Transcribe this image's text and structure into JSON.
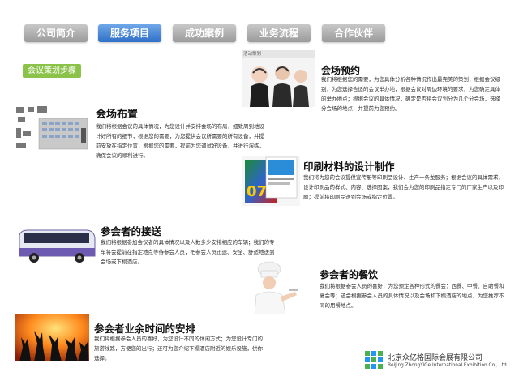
{
  "nav": {
    "tabs": [
      {
        "label": "公司简介",
        "active": false
      },
      {
        "label": "服务项目",
        "active": true
      },
      {
        "label": "成功案例",
        "active": false
      },
      {
        "label": "业务流程",
        "active": false
      },
      {
        "label": "合作伙伴",
        "active": false
      }
    ]
  },
  "section_tag": "会议策划步骤",
  "sections": {
    "venue_booking": {
      "title": "会场预约",
      "image_caption": "活动策划",
      "desc": "我们将根据您的需要，为您具体分析各种情况作出最完美的策划；根据会议级别，为您选择合适的会议举办地；根据会议对周边环境的要求，为您确定具体的举办地点；根据会议的具体情况，确定是否将会议划分为几个分会场，选择分会场的地点，并提前为您预约。"
    },
    "venue_layout": {
      "title": "会场布置",
      "desc": "我们将根据会议的具体情况，为您设计并安排会场的布局，细致周到地设计好所有的细节；根据您的需要，为您提供会议所需要的所有设备，并提前安放在指定位置；根据您的需要，提前为您调试好设备，并进行演练，确保会议的顺利进行。"
    },
    "printing": {
      "title": "印刷材料的设计制作",
      "desc": "我们将为您的会议提供宣传册等印刷品设计、生产一条龙服务；根据会议的具体需求，设计印刷品的样式、内容、选择图案；我们会为您的印刷品指定专门的厂家生产以及印刷；提前将印刷品送到会场或指定位置。"
    },
    "pickup": {
      "title": "参会者的接送",
      "desc": "我们将根据参加会议者的具体情况以及人数多少安排相应的车辆；我们的专车将会提前在指定地点等待参会人员，把参会人员迅速、安全、舒适地送到会场或下榻酒店。"
    },
    "catering": {
      "title": "参会者的餐饮",
      "desc": "我们将根据参会人员的喜好，为您预定各种形式的餐会：西餐、中餐、自助餐和宴会等；还会根据参会人员的具体情况以及会场和下榻酒店的地点，为您推荐不同的用餐地点。"
    },
    "leisure": {
      "title": "参会者业余时间的安排",
      "desc": "我们将根据参会人员的喜好，为您设计不同的休闲方式；为您设计专门的旅游线路，方便您的出行；还可为您介绍下榻酒店附近的娱乐设施，供你选择。"
    }
  },
  "footer": {
    "company_cn": "北京众亿格国际会展有限公司",
    "company_en": "BeiJing ZhongYiGe International Exhibition Co., Ltd"
  },
  "colors": {
    "active_tab": "#2f6fc7",
    "inactive_tab": "#a8a8a8",
    "tag_bg": "#8bc34a"
  }
}
